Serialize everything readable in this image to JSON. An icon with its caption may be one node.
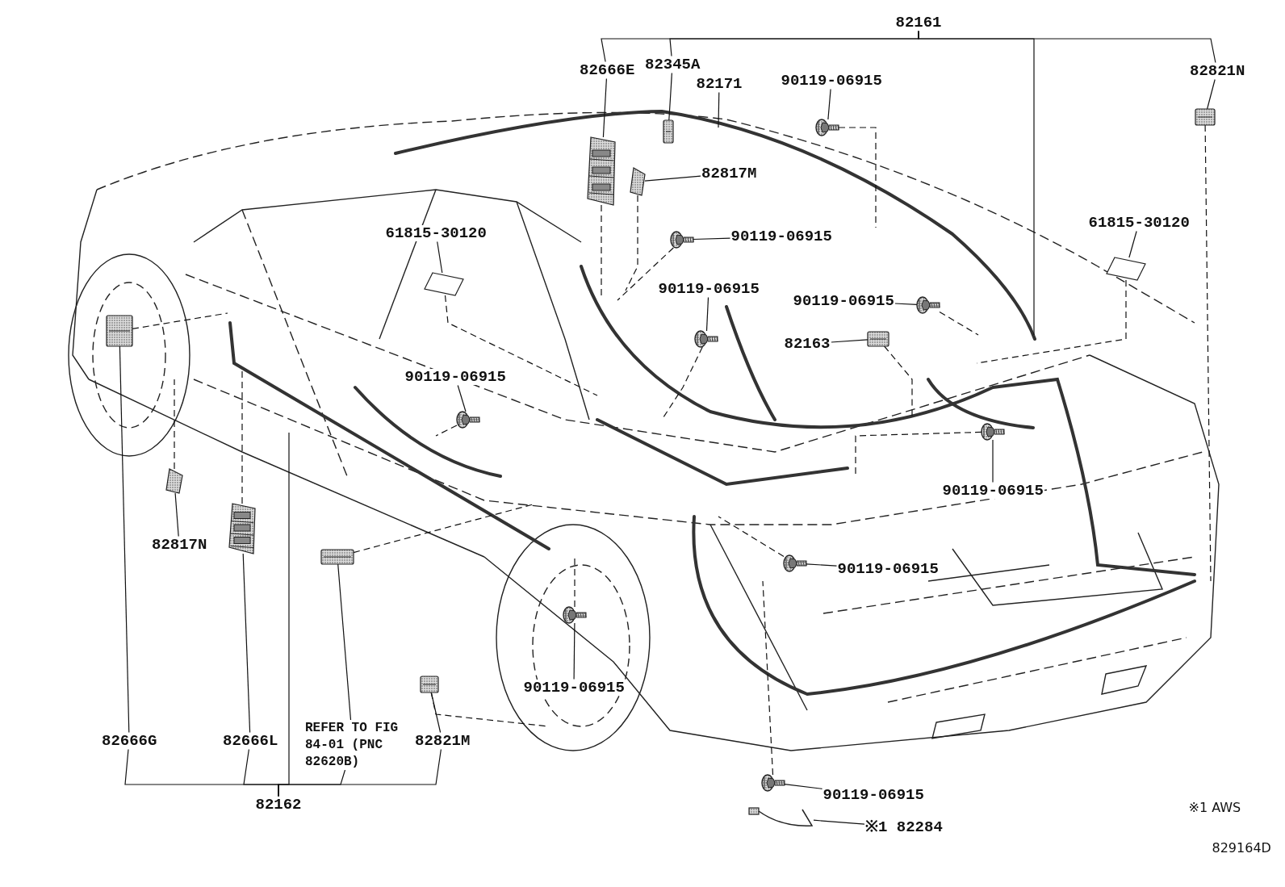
{
  "diagram": {
    "nodes": [
      {
        "text": [
          "82161"
        ]
      },
      {
        "text": [
          "82666E"
        ]
      },
      {
        "text": [
          "82345A"
        ]
      },
      {
        "text": [
          "82171"
        ]
      },
      {
        "text": [
          "82821N"
        ]
      },
      {
        "text": [
          "90119-06915"
        ]
      },
      {
        "text": [
          "82817M"
        ]
      },
      {
        "text": [
          "90119-06915"
        ]
      },
      {
        "text": [
          "61815-30120"
        ]
      },
      {
        "text": [
          "61815-30120"
        ]
      },
      {
        "text": [
          "90119-06915"
        ]
      },
      {
        "text": [
          "90119-06915"
        ]
      },
      {
        "text": [
          "82163"
        ]
      },
      {
        "text": [
          "90119-06915"
        ]
      },
      {
        "text": [
          "90119-06915"
        ]
      },
      {
        "text": [
          "82817N"
        ]
      },
      {
        "text": [
          "90119-06915"
        ]
      },
      {
        "text": [
          "90119-06915"
        ]
      },
      {
        "text": [
          "82666G"
        ]
      },
      {
        "text": [
          "82666L"
        ]
      },
      {
        "text": [
          "REFER TO FIG 84-01 (PNC 82620B)"
        ]
      },
      {
        "text": [
          "82821M"
        ]
      },
      {
        "text": [
          "82162"
        ]
      },
      {
        "text": [
          "90119-06915"
        ]
      },
      {
        "text": [
          "※1 82284"
        ]
      },
      {
        "text": [],
        "shape": "picture"
      },
      {
        "text": [],
        "shape": "picture"
      },
      {
        "text": [],
        "shape": "picture"
      },
      {
        "text": [],
        "shape": "picture"
      },
      {
        "text": [],
        "shape": "picture"
      },
      {
        "text": [],
        "shape": "picture"
      },
      {
        "text": [],
        "shape": "picture"
      },
      {
        "text": [],
        "shape": "picture"
      },
      {
        "text": [],
        "shape": "picture"
      },
      {
        "text": [],
        "shape": "picture"
      },
      {
        "text": [],
        "shape": "picture"
      },
      {
        "text": [],
        "shape": "picture"
      },
      {
        "text": [],
        "shape": "picture"
      },
      {
        "text": [],
        "shape": "picture"
      },
      {
        "text": [],
        "shape": "picture"
      },
      {
        "text": [],
        "shape": "picture"
      },
      {
        "text": [],
        "shape": "picture"
      },
      {
        "text": [],
        "shape": "picture"
      },
      {
        "text": [],
        "shape": "picture"
      },
      {
        "text": [],
        "shape": "picture"
      },
      {
        "text": [],
        "shape": "picture"
      },
      {
        "text": [],
        "shape": "picture"
      }
    ],
    "edges": [
      {
        "from": 0,
        "to": 1,
        "arrow": "none"
      },
      {
        "from": 0,
        "to": 2,
        "arrow": "none"
      },
      {
        "from": 0,
        "to": null,
        "arrow": "none"
      },
      {
        "from": 0,
        "to": 4,
        "arrow": "none"
      },
      {
        "from": 1,
        "to": 25,
        "arrow": "none"
      },
      {
        "from": 2,
        "to": 26,
        "arrow": "none"
      },
      {
        "from": 3,
        "to": null,
        "arrow": "none"
      },
      {
        "from": 4,
        "to": 27,
        "arrow": "none"
      },
      {
        "from": 5,
        "to": 28,
        "arrow": "none"
      },
      {
        "from": 6,
        "to": 29,
        "arrow": "none"
      },
      {
        "from": 7,
        "to": 30,
        "arrow": "none"
      },
      {
        "from": 8,
        "to": 31,
        "arrow": "none"
      },
      {
        "from": 9,
        "to": 32,
        "arrow": "none"
      },
      {
        "from": 10,
        "to": 33,
        "arrow": "none"
      },
      {
        "from": 11,
        "to": 34,
        "arrow": "none"
      },
      {
        "from": 12,
        "to": 35,
        "arrow": "none"
      },
      {
        "from": 13,
        "to": 36,
        "arrow": "none"
      },
      {
        "from": 14,
        "to": 37,
        "arrow": "none"
      },
      {
        "from": 15,
        "to": 38,
        "arrow": "none"
      },
      {
        "from": 16,
        "to": 39,
        "arrow": "none"
      },
      {
        "from": 17,
        "to": 40,
        "arrow": "none"
      },
      {
        "from": 18,
        "to": 41,
        "arrow": "none"
      },
      {
        "from": 19,
        "to": 42,
        "arrow": "none"
      },
      {
        "from": 20,
        "to": 43,
        "arrow": "none"
      },
      {
        "from": 21,
        "to": 44,
        "arrow": "none"
      },
      {
        "from": 23,
        "to": 45,
        "arrow": "none"
      },
      {
        "from": 24,
        "to": 46,
        "arrow": "none"
      },
      {
        "from": 22,
        "to": 18,
        "arrow": "none"
      },
      {
        "from": 22,
        "to": 19,
        "arrow": "none"
      },
      {
        "from": 22,
        "to": null,
        "arrow": "none"
      },
      {
        "from": 22,
        "to": 20,
        "arrow": "none"
      },
      {
        "from": 22,
        "to": 21,
        "arrow": "none"
      },
      {
        "from": 25,
        "to": null,
        "arrow": "none",
        "style": "dashed"
      },
      {
        "from": 27,
        "to": null,
        "arrow": "none",
        "style": "dashed"
      },
      {
        "from": 28,
        "to": null,
        "arrow": "none",
        "style": "dashed"
      },
      {
        "from": 29,
        "to": null,
        "arrow": "none",
        "style": "dashed"
      },
      {
        "from": 30,
        "to": null,
        "arrow": "none",
        "style": "dashed"
      },
      {
        "from": 31,
        "to": null,
        "arrow": "none",
        "style": "dashed"
      },
      {
        "from": 32,
        "to": null,
        "arrow": "none",
        "style": "dashed"
      },
      {
        "from": 33,
        "to": null,
        "arrow": "none",
        "style": "dashed"
      },
      {
        "from": 34,
        "to": null,
        "arrow": "none",
        "style": "dashed"
      },
      {
        "from": 35,
        "to": null,
        "arrow": "none",
        "style": "dashed"
      },
      {
        "from": 36,
        "to": null,
        "arrow": "none",
        "style": "dashed"
      },
      {
        "from": 37,
        "to": null,
        "arrow": "none",
        "style": "dashed"
      },
      {
        "from": 38,
        "to": null,
        "arrow": "none",
        "style": "dashed"
      },
      {
        "from": 39,
        "to": null,
        "arrow": "none",
        "style": "dashed"
      },
      {
        "from": 40,
        "to": null,
        "arrow": "none",
        "style": "dashed"
      },
      {
        "from": 41,
        "to": null,
        "arrow": "none",
        "style": "dashed"
      },
      {
        "from": 42,
        "to": null,
        "arrow": "none",
        "style": "dashed"
      },
      {
        "from": 43,
        "to": null,
        "arrow": "none",
        "style": "dashed"
      },
      {
        "from": 44,
        "to": null,
        "arrow": "none",
        "style": "dashed"
      },
      {
        "from": 45,
        "to": null,
        "arrow": "none",
        "style": "dashed"
      }
    ],
    "labels": [
      "※1 AWS",
      "829164D"
    ]
  }
}
